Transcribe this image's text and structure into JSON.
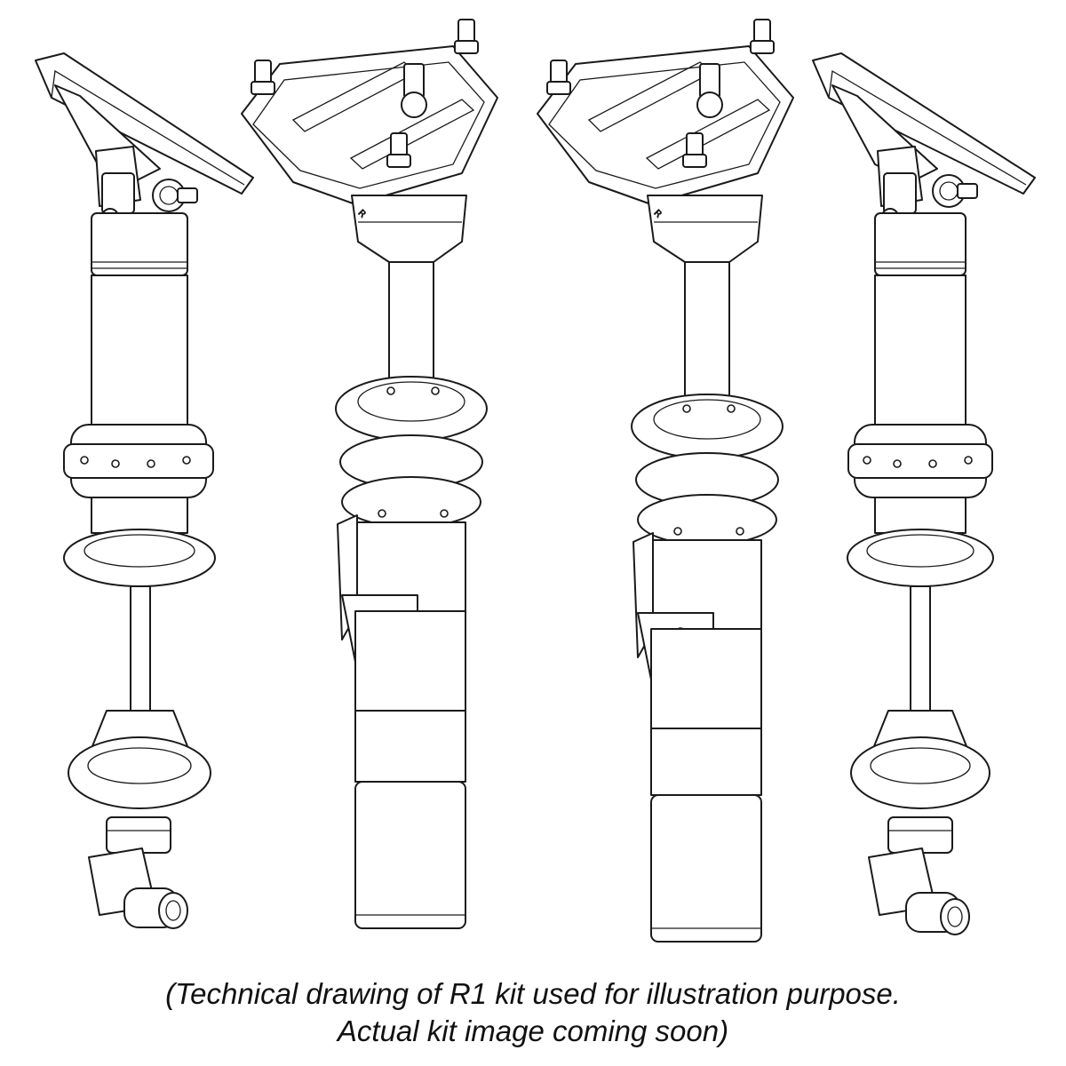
{
  "caption": {
    "line1": "(Technical drawing of R1 kit used for illustration purpose.",
    "line2": "Actual kit image coming soon)"
  },
  "diagram": {
    "parts": [
      {
        "name": "rear-shock-left",
        "kind": "rear"
      },
      {
        "name": "front-strut-left",
        "kind": "front",
        "brand_text": "R"
      },
      {
        "name": "front-strut-right",
        "kind": "front",
        "brand_text": "R"
      },
      {
        "name": "rear-shock-right",
        "kind": "rear"
      }
    ]
  }
}
